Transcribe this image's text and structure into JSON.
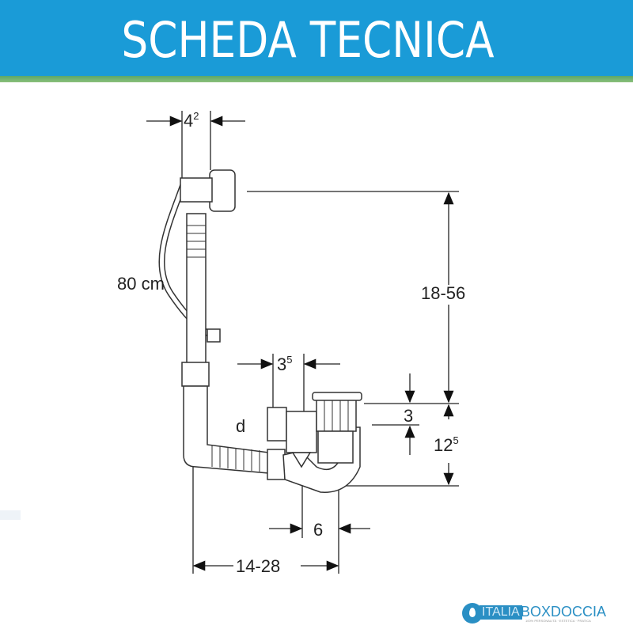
{
  "header": {
    "title": "SCHEDA TECNICA",
    "bg_color": "#1a9bd7",
    "stripe_color": "#7ab870"
  },
  "drawing": {
    "dim_top_width": {
      "main": "4",
      "sup": "2"
    },
    "hose_length": "80 cm",
    "height_range": "18-56",
    "outlet_offset": {
      "main": "3",
      "sup": "5"
    },
    "diameter": "d",
    "drain_gap": "3",
    "drain_height": {
      "main": "12",
      "sup": "5"
    },
    "trap_offset": "6",
    "width_range": "14-28"
  },
  "logo": {
    "part1": "ITALIA",
    "part2": "BOXDOCCIA",
    "tagline": "100% PERSONALITÀ · ESTETICA · PRATICA"
  }
}
